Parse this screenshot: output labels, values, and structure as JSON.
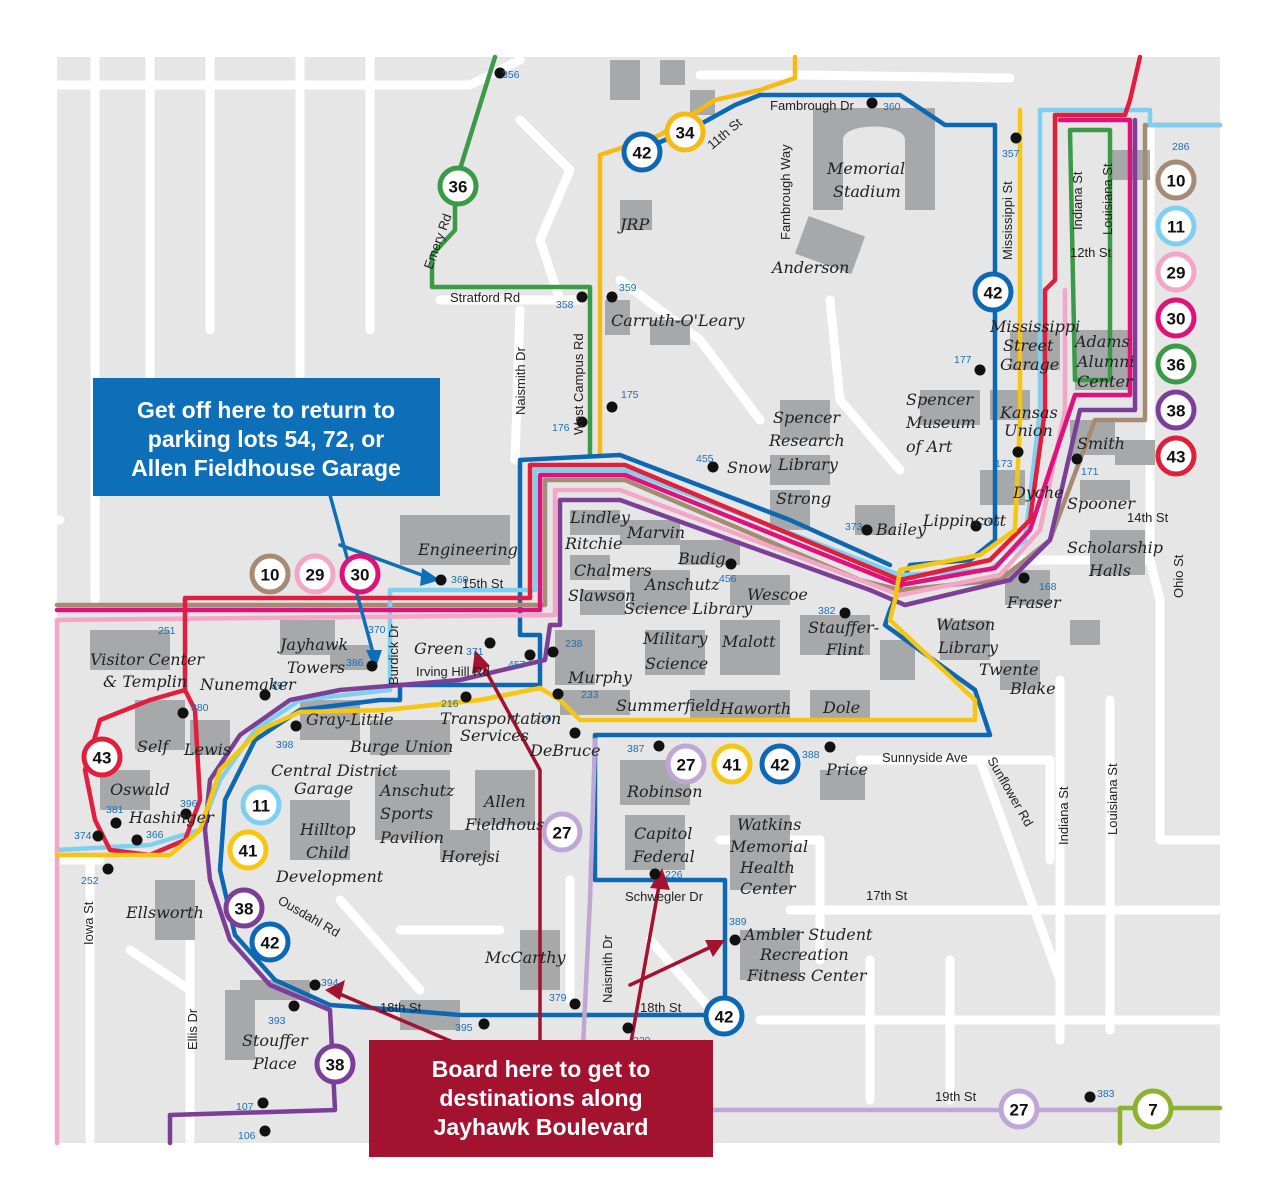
{
  "colors": {
    "background": "#e6e6e6",
    "road": "#ffffff",
    "building": "#a7a8aa",
    "stop_number": "#1c6fb8",
    "callout_blue": "#0c6fb8",
    "callout_red": "#a3122f",
    "route_7": "#8db22e",
    "route_10": "#a58a75",
    "route_11": "#7fd0f0",
    "route_27": "#bfa6d5",
    "route_29": "#f4a6c6",
    "route_30": "#e0117b",
    "route_34": "#f7b913",
    "route_36": "#3b9a47",
    "route_38": "#7b3f98",
    "route_41": "#f7c60e",
    "route_42": "#0c68b2",
    "route_43": "#e11f3c"
  },
  "routes": [
    {
      "number": "10",
      "color": "#a58a75"
    },
    {
      "number": "11",
      "color": "#7fd0f0"
    },
    {
      "number": "29",
      "color": "#f4a6c6"
    },
    {
      "number": "30",
      "color": "#e0117b"
    },
    {
      "number": "36",
      "color": "#3b9a47"
    },
    {
      "number": "38",
      "color": "#7b3f98"
    },
    {
      "number": "43",
      "color": "#e11f3c"
    }
  ],
  "callouts": {
    "get_off": [
      "Get off here to return to",
      "parking lots 54, 72, or",
      "Allen Fieldhouse Garage"
    ],
    "board": [
      "Board here to get to",
      "destinations along",
      "Jayhawk Boulevard"
    ]
  },
  "route_markers": [
    "36",
    "34",
    "42",
    "42",
    "10",
    "29",
    "30",
    "43",
    "11",
    "41",
    "38",
    "42",
    "27",
    "27",
    "41",
    "42",
    "42",
    "38",
    "27",
    "7"
  ],
  "stops": [
    "356",
    "360",
    "357",
    "286",
    "359",
    "358",
    "175",
    "176",
    "177",
    "455",
    "171",
    "173",
    "166",
    "373",
    "369",
    "168",
    "456",
    "382",
    "251",
    "370",
    "386",
    "371",
    "457",
    "238",
    "397",
    "233",
    "380",
    "216",
    "219",
    "398",
    "387",
    "388",
    "396",
    "381",
    "366",
    "374",
    "252",
    "226",
    "389",
    "394",
    "379",
    "393",
    "395",
    "229",
    "107",
    "106",
    "383"
  ],
  "streets": [
    "Fambrough Dr",
    "11th St",
    "Fambrough Way",
    "Mississippi St",
    "Indiana St",
    "Louisiana St",
    "12th St",
    "Emery Rd",
    "Stratford Rd",
    "West Campus Rd",
    "Naismith Dr",
    "14th St",
    "Ohio St",
    "15th St",
    "Burdick Dr",
    "Irving Hill Rd",
    "Sunnyside Ave",
    "Sunflower Rd",
    "Indiana St",
    "Louisiana St",
    "Schwegler Dr",
    "17th St",
    "Iowa St",
    "Ousdahl Rd",
    "Naismith Dr",
    "18th St",
    "18th St",
    "Ellis Dr",
    "19th St"
  ],
  "buildings": [
    "Memorial",
    "Stadium",
    "JRP",
    "Anderson",
    "Carruth-O'Leary",
    "Mississippi",
    "Street",
    "Garage",
    "Adams",
    "Alumni",
    "Center",
    "Spencer",
    "Research",
    "Library",
    "Spencer",
    "Museum",
    "of Art",
    "Kansas",
    "Union",
    "Smith",
    "Snow",
    "Strong",
    "Bailey",
    "Lippincott",
    "Dyche",
    "Spooner",
    "Scholarship",
    "Halls",
    "Engineering",
    "Lindley",
    "Marvin",
    "Ritchie",
    "Budig",
    "Chalmers",
    "Anschutz",
    "Slawson",
    "Science Library",
    "Wescoe",
    "Fraser",
    "Military",
    "Science",
    "Malott",
    "Stauffer-",
    "Flint",
    "Watson",
    "Library",
    "Twente",
    "Blake",
    "Visitor Center",
    "& Templin",
    "Jayhawk",
    "Towers",
    "Green",
    "Murphy",
    "Nunemaker",
    "Summerfield",
    "Haworth",
    "Dole",
    "Gray-Little",
    "Transportation",
    "Services",
    "Self",
    "Lewis",
    "Burge Union",
    "DeBruce",
    "Price",
    "Robinson",
    "Central District",
    "Garage",
    "Oswald",
    "Hashinger",
    "Anschutz",
    "Sports",
    "Pavilion",
    "Allen",
    "Fieldhouse",
    "Hilltop",
    "Child",
    "Development",
    "Horejsi",
    "Capitol",
    "Federal",
    "Watkins",
    "Memorial",
    "Health",
    "Center",
    "Ellsworth",
    "Ambler Student",
    "Recreation",
    "Fitness Center",
    "McCarthy",
    "Stouffer",
    "Place"
  ]
}
